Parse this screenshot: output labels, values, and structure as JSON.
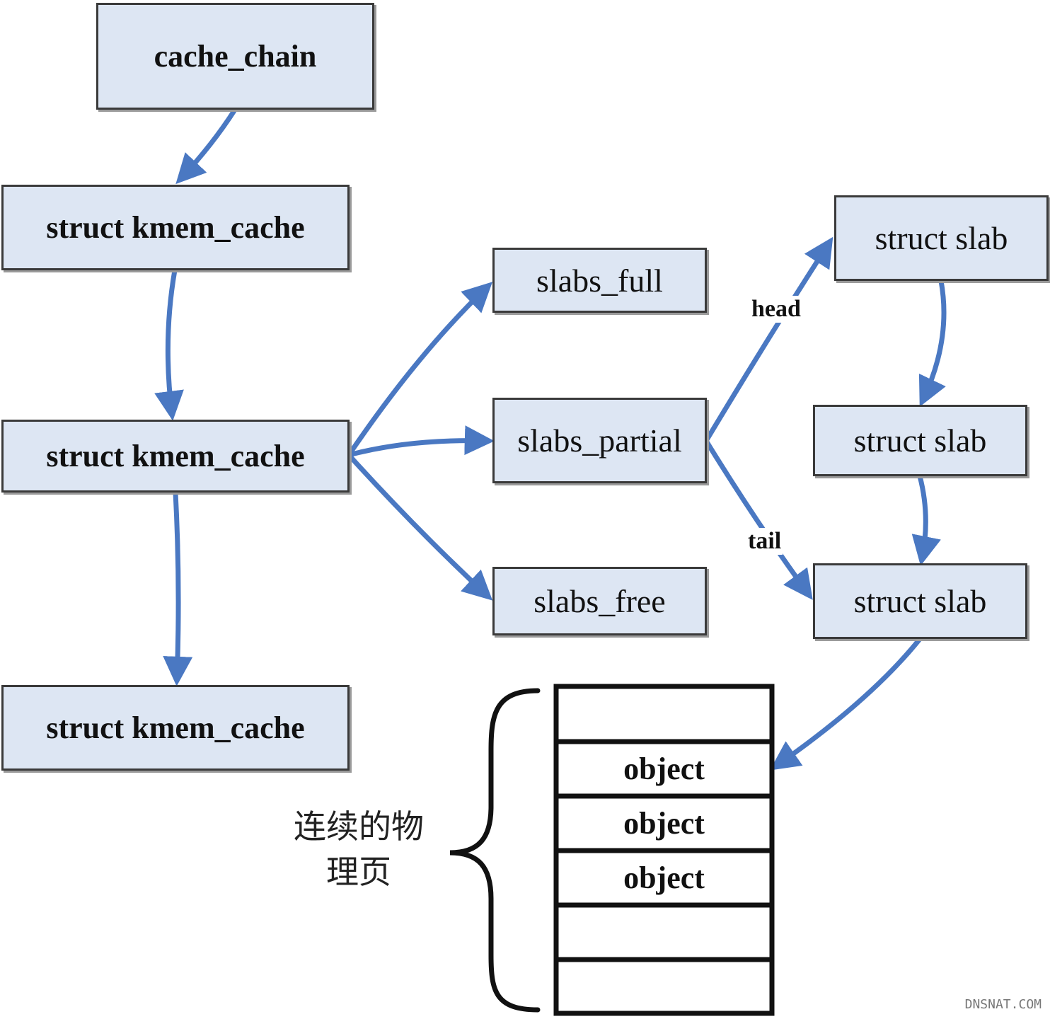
{
  "nodes": {
    "cache_chain": "cache_chain",
    "kmem_cache_1": "struct kmem_cache",
    "kmem_cache_2": "struct kmem_cache",
    "kmem_cache_3": "struct kmem_cache",
    "slabs_full": "slabs_full",
    "slabs_partial": "slabs_partial",
    "slabs_free": "slabs_free",
    "slab_1": "struct slab",
    "slab_2": "struct slab",
    "slab_3": "struct slab"
  },
  "edge_labels": {
    "head": "head",
    "tail": "tail"
  },
  "object_cells": [
    "",
    "object",
    "object",
    "object",
    "",
    ""
  ],
  "bracket_label": {
    "line1": "连续的物",
    "line2": "理页"
  },
  "watermark": "DNSNAT.COM",
  "colors": {
    "arrow": "#4a78c2",
    "box_fill": "#dde6f3",
    "box_border": "#3a3a3a"
  }
}
